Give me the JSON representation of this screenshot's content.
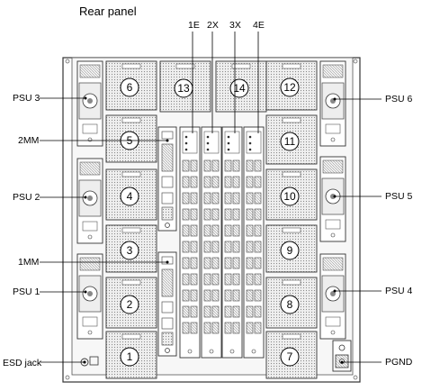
{
  "title": "Rear panel",
  "slot_labels": [
    "1E",
    "2X",
    "3X",
    "4E"
  ],
  "left_labels": [
    "PSU 3",
    "2MM",
    "PSU 2",
    "1MM",
    "PSU 1",
    "ESD jack"
  ],
  "right_labels": [
    "PSU 6",
    "PSU 5",
    "PSU 4",
    "PGND"
  ],
  "fan_numbers": [
    "1",
    "2",
    "3",
    "4",
    "5",
    "6",
    "7",
    "8",
    "9",
    "10",
    "11",
    "12",
    "13",
    "14"
  ]
}
